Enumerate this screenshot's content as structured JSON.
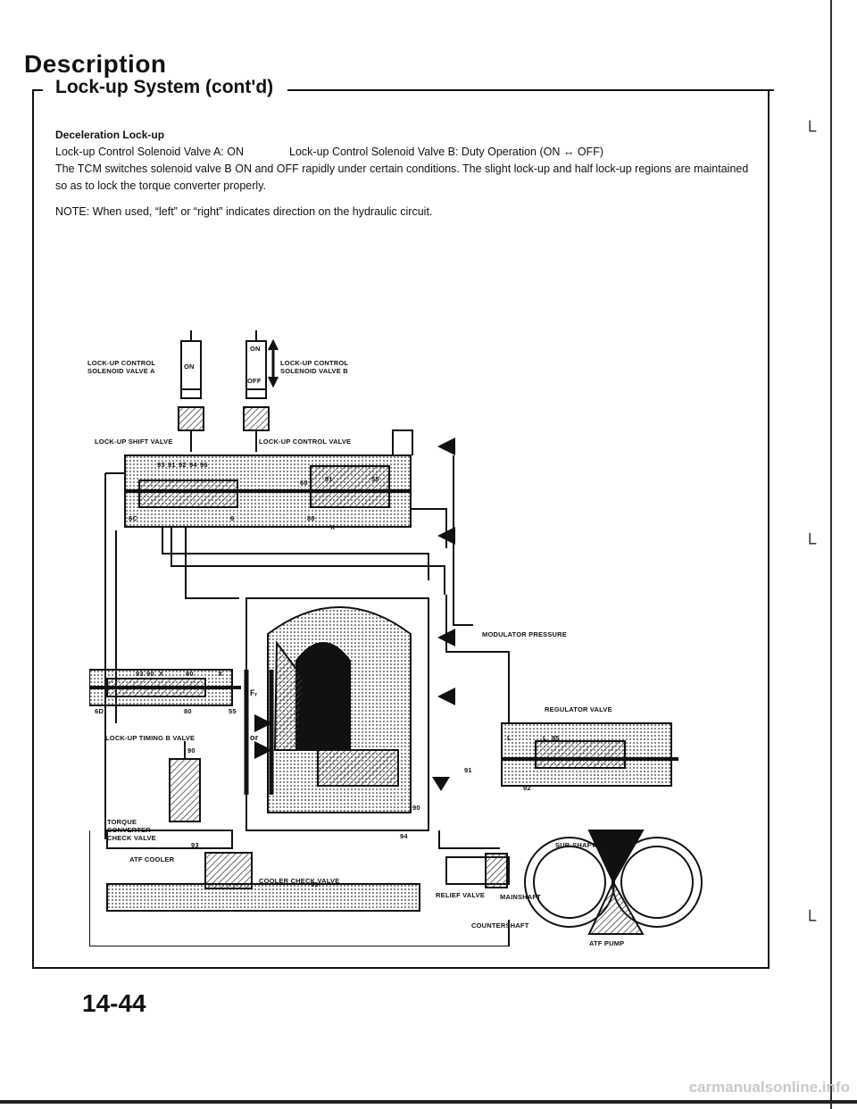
{
  "header": {
    "title": "Description",
    "section": "Lock-up System (cont'd)"
  },
  "body": {
    "heading": "Deceleration Lock-up",
    "valve_a_status": "Lock-up Control Solenoid Valve A: ON",
    "valve_b_status": "Lock-up Control Solenoid Valve B: Duty Operation (ON ↔ OFF)",
    "paragraph": "The TCM switches solenoid valve B ON and OFF rapidly under certain conditions. The slight lock-up and half lock-up regions are maintained so as to lock the torque converter properly.",
    "note": "NOTE: When used, “left” or “right” indicates direction on the hydraulic circuit."
  },
  "diagram": {
    "solenoid_a_label": [
      "LOCK-UP CONTROL",
      "SOLENOID VALVE A"
    ],
    "solenoid_a_state": "ON",
    "solenoid_b_label": [
      "LOCK-UP CONTROL",
      "SOLENOID VALVE B"
    ],
    "solenoid_b_states": [
      "ON",
      "OFF"
    ],
    "shift_valve": "LOCK-UP SHIFT VALVE",
    "control_valve": "LOCK-UP CONTROL VALVE",
    "modulator_pressure": "MODULATOR PRESSURE",
    "regulator_valve": "REGULATOR VALVE",
    "timing_b_valve": "LOCK-UP TIMING B VALVE",
    "torque_converter_check_valve": [
      "TORQUE",
      "CONVERTER",
      "CHECK VALVE"
    ],
    "atf_cooler": "ATF COOLER",
    "cooler_check_valve": "COOLER CHECK VALVE",
    "relief_valve": "RELIEF VALVE",
    "sub_shaft": "SUB-SHAFT",
    "mainshaft": "MAINSHAFT",
    "countershaft": "COUNTERSHAFT",
    "atf_pump": "ATF PUMP",
    "force_fl": "Fₗ",
    "force_fr": "Fᵣ",
    "or_label": "or",
    "port_numbers": [
      "93",
      "91",
      "92",
      "94",
      "96",
      "6C",
      "6",
      "60",
      "91",
      "55",
      "80",
      "X",
      "93",
      "90",
      "X",
      "80",
      "X",
      "6D",
      "80",
      "55",
      "90",
      "93",
      "L",
      "L",
      "95",
      "92",
      "91",
      "90",
      "94",
      "99"
    ]
  },
  "footer": {
    "page_number": "14-44",
    "watermark": "carmanualsonline.info"
  },
  "colors": {
    "ink": "#111111",
    "hatch": "#444444"
  }
}
